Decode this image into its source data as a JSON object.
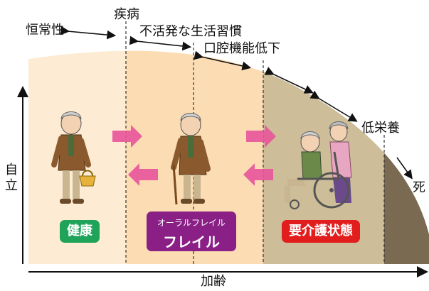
{
  "labels": {
    "shippei": "疾病",
    "kotsune": "恒常性",
    "fukappatsu": "不活発な生活習慣",
    "koku": "口腔機能低下",
    "teieiyo": "低栄養",
    "shi": "死",
    "jiritsu_1": "自",
    "jiritsu_2": "立",
    "karei": "加齢"
  },
  "stages": {
    "kenko": "健康",
    "oral_sub": "オーラルフレイル",
    "oral_main": "フレイル",
    "kaigo": "要介護状態"
  },
  "colors": {
    "band1": "#fdebd3",
    "band2": "#fbdcb3",
    "band3": "#cdbd98",
    "band4": "#7a6a52",
    "kenko_badge": "#1fa35a",
    "frail_badge": "#8a1f86",
    "kaigo_badge": "#e21d1d",
    "arrow_pink": "#e8549a"
  },
  "icons": [
    "healthy-elder-with-basket-icon",
    "elder-with-cane-icon",
    "elder-in-wheelchair-with-caregiver-icon"
  ]
}
